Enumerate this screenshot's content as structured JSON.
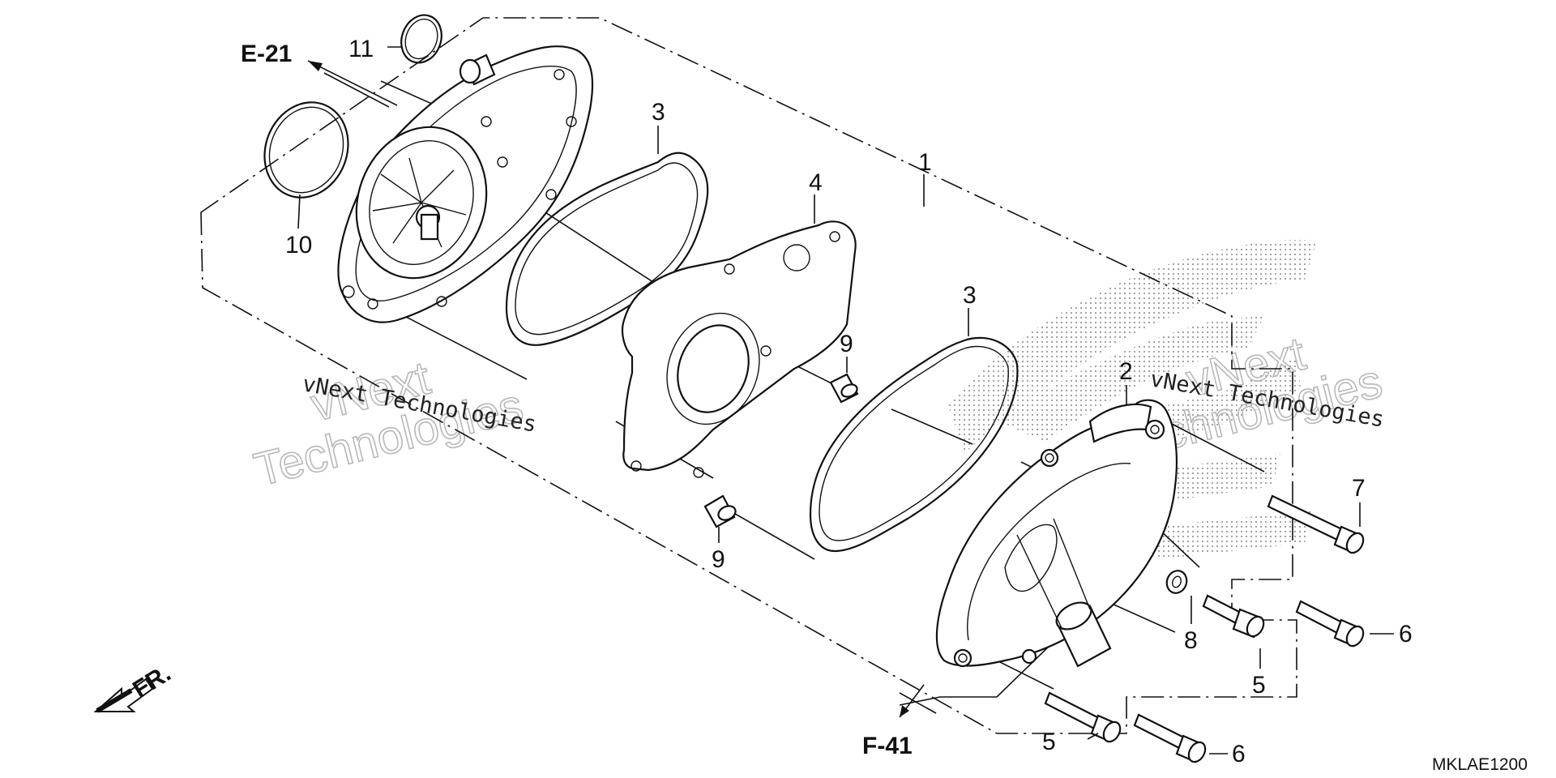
{
  "diagram": {
    "callouts": {
      "c1": "1",
      "c2": "2",
      "c3a": "3",
      "c3b": "3",
      "c4": "4",
      "c5a": "5",
      "c5b": "5",
      "c6a": "6",
      "c6b": "6",
      "c7": "7",
      "c8": "8",
      "c9a": "9",
      "c9b": "9",
      "c10": "10",
      "c11": "11"
    },
    "references": {
      "upper": "E-21",
      "lower": "F-41"
    },
    "front_marker": "FR.",
    "diagram_code": "MKLAE1200",
    "watermarks": {
      "mono_left": "vNext Technologies",
      "mono_right": "vNext Technologies",
      "outline_left_1": "vNext",
      "outline_left_2": "Technologies",
      "outline_right_1": "vNext",
      "outline_right_2": "Technologies"
    }
  }
}
